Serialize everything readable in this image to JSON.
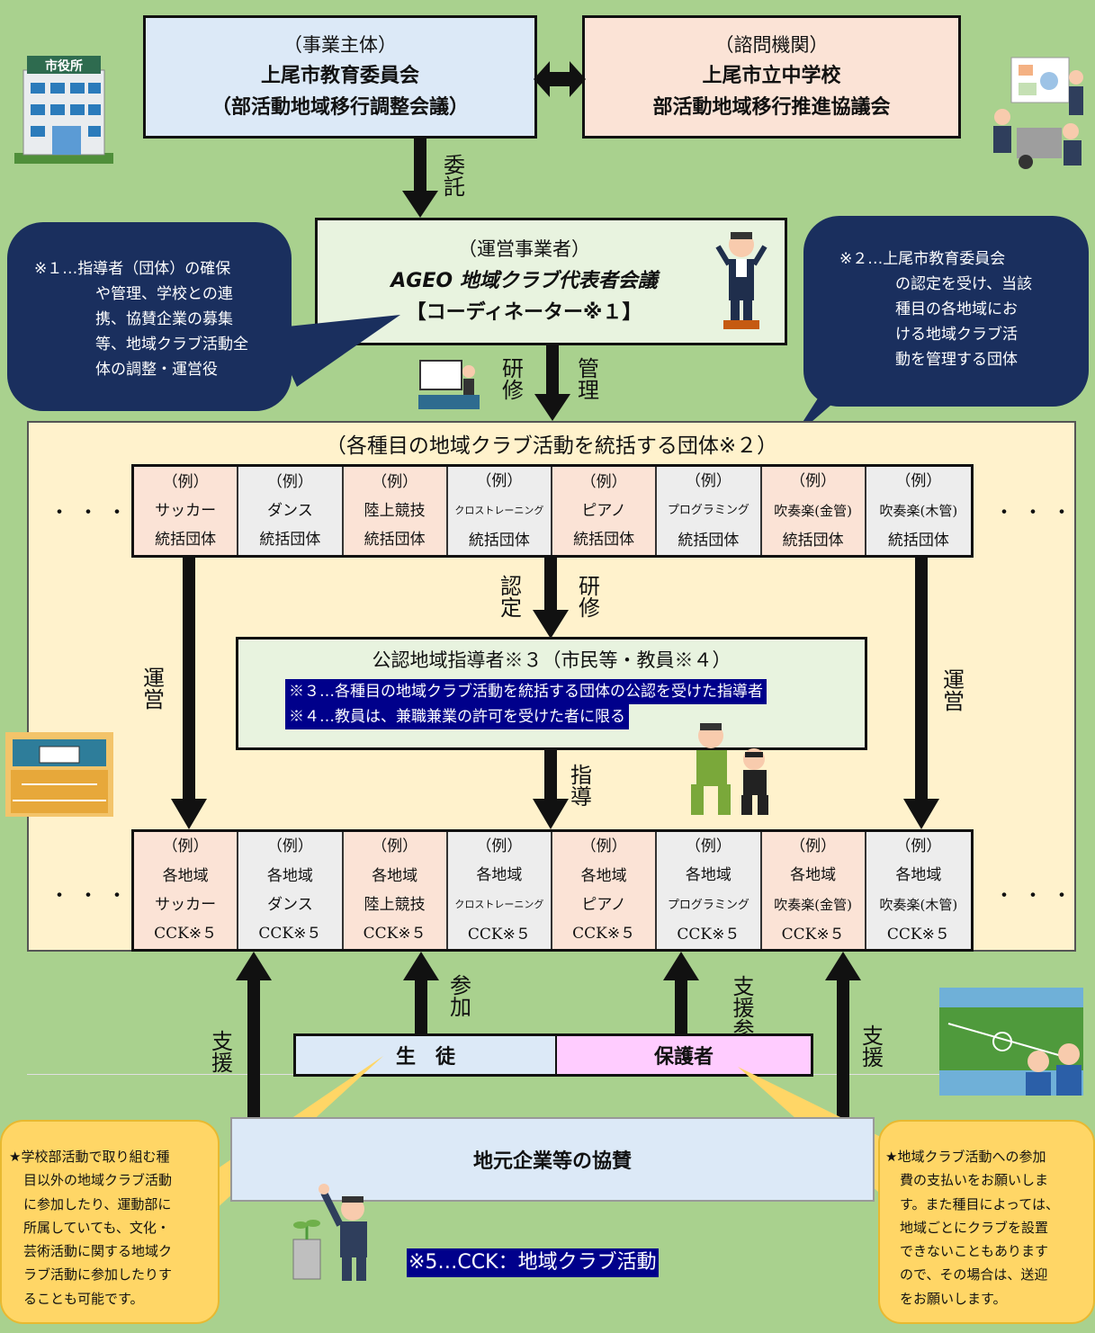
{
  "top": {
    "left": {
      "line1": "（事業主体）",
      "line2": "上尾市教育委員会",
      "line3": "（部活動地域移行調整会議）"
    },
    "right": {
      "line1": "（諮問機関）",
      "line2": "上尾市立中学校",
      "line3": "部活動地域移行推進協議会"
    },
    "city_hall_sign": "市役所"
  },
  "arrow_labels": {
    "commission": "委託",
    "training_left": "研修",
    "management": "管理",
    "certification": "認定",
    "training_mid": "研修",
    "operation_left": "運営",
    "operation_right": "運営",
    "guidance": "指導",
    "participation": "参加",
    "support_participation": "支援参加",
    "support_left": "支援",
    "support_right": "支援"
  },
  "operator": {
    "line1": "（運営事業者）",
    "line2": "AGEO 地域クラブ代表者会議",
    "line3": "【コーディネーター※１】"
  },
  "note1": {
    "lines": [
      "※１…指導者（団体）の確保",
      "や管理、学校との連",
      "携、協賛企業の募集",
      "等、地域クラブ活動全",
      "体の調整・運営役"
    ]
  },
  "note2": {
    "lines": [
      "※２…上尾市教育委員会",
      "の認定を受け、当該",
      "種目の各地域にお",
      "ける地域クラブ活",
      "動を管理する団体"
    ]
  },
  "org_title": "（各種目の地域クラブ活動を統括する団体※２）",
  "dots": "・・・",
  "row1": [
    {
      "l1": "（例）",
      "l2": "サッカー",
      "l3": "統括団体"
    },
    {
      "l1": "（例）",
      "l2": "ダンス",
      "l3": "統括団体"
    },
    {
      "l1": "（例）",
      "l2": "陸上競技",
      "l3": "統括団体"
    },
    {
      "l1": "（例）",
      "l2": "クロストレーニング",
      "l3": "統括団体"
    },
    {
      "l1": "（例）",
      "l2": "ピアノ",
      "l3": "統括団体"
    },
    {
      "l1": "（例）",
      "l2": "プログラミング",
      "l3": "統括団体"
    },
    {
      "l1": "（例）",
      "l2": "吹奏楽(金管)",
      "l3": "統括団体"
    },
    {
      "l1": "（例）",
      "l2": "吹奏楽(木管)",
      "l3": "統括団体"
    }
  ],
  "instructors": {
    "title": "公認地域指導者※３（市民等・教員※４）",
    "note3": "※３…各種目の地域クラブ活動を統括する団体の公認を受けた指導者",
    "note4": "※４…教員は、兼職兼業の許可を受けた者に限る"
  },
  "row2": [
    {
      "l1": "（例）",
      "l2": "各地域",
      "l3": "サッカー",
      "l4": "CCK※５"
    },
    {
      "l1": "（例）",
      "l2": "各地域",
      "l3": "ダンス",
      "l4": "CCK※５"
    },
    {
      "l1": "（例）",
      "l2": "各地域",
      "l3": "陸上競技",
      "l4": "CCK※５"
    },
    {
      "l1": "（例）",
      "l2": "各地域",
      "l3": "クロストレーニング",
      "l4": "CCK※５"
    },
    {
      "l1": "（例）",
      "l2": "各地域",
      "l3": "ピアノ",
      "l4": "CCK※５"
    },
    {
      "l1": "（例）",
      "l2": "各地域",
      "l3": "プログラミング",
      "l4": "CCK※５"
    },
    {
      "l1": "（例）",
      "l2": "各地域",
      "l3": "吹奏楽(金管)",
      "l4": "CCK※５"
    },
    {
      "l1": "（例）",
      "l2": "各地域",
      "l3": "吹奏楽(木管)",
      "l4": "CCK※５"
    }
  ],
  "students": "生　徒",
  "guardians": "保護者",
  "sponsors": "地元企業等の協賛",
  "note5": "※5…CCK：地域クラブ活動",
  "left_yellow": {
    "lines": [
      "★学校部活動で取り組む種",
      "目以外の地域クラブ活動",
      "に参加したり、運動部に",
      "所属していても、文化・",
      "芸術活動に関する地域ク",
      "ラブ活動に参加したりす",
      "ることも可能です。"
    ]
  },
  "right_yellow": {
    "lines": [
      "★地域クラブ活動への参加",
      "費の支払いをお願いしま",
      "す。また種目によっては、",
      "地域ごとにクラブを設置",
      "できないこともあります",
      "ので、その場合は、送迎",
      "をお願いします。"
    ]
  },
  "colors": {
    "background": "#a9d18e",
    "top_left_box": "#dce9f7",
    "top_right_box": "#fbe3d6",
    "operator_box": "#e8f3df",
    "org_area": "#fff2cc",
    "cell_pink": "#fbe3d6",
    "cell_gray": "#ededed",
    "navy": "#1a2f5e",
    "students": "#dce9f7",
    "guardians": "#ffccff",
    "yellow_note": "#ffd666"
  }
}
